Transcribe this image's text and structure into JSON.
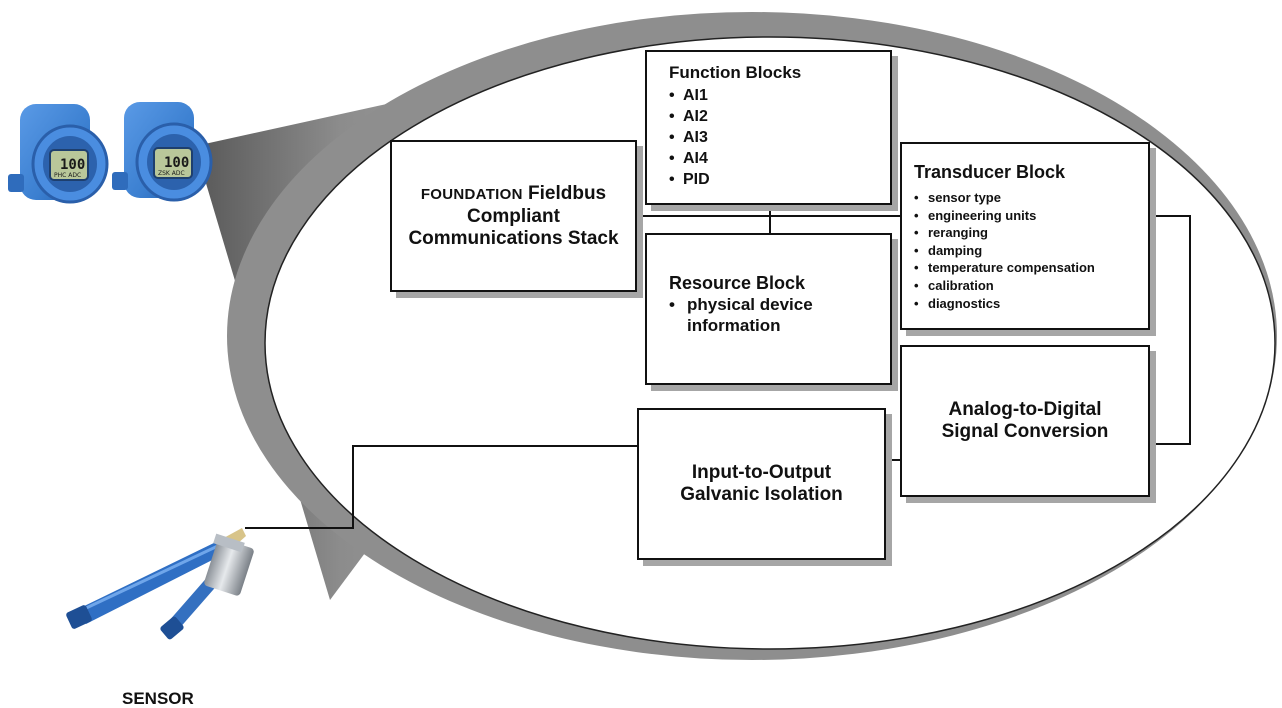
{
  "function_blocks": {
    "title": "Function Blocks",
    "items": [
      "AI1",
      "AI2",
      "AI3",
      "AI4",
      "PID"
    ]
  },
  "stack": {
    "line1_smallcaps": "Foundation",
    "line1_rest": " Fieldbus",
    "line2": "Compliant",
    "line3": "Communications Stack"
  },
  "transducer_block": {
    "title": "Transducer Block",
    "items": [
      "sensor type",
      "engineering units",
      "reranging",
      "damping",
      "temperature compensation",
      "calibration",
      "diagnostics"
    ]
  },
  "resource_block": {
    "title": "Resource Block",
    "item": "physical device information"
  },
  "adc": {
    "line1": "Analog-to-Digital",
    "line2": "Signal Conversion"
  },
  "isolation": {
    "line1": "Input-to-Output",
    "line2": "Galvanic Isolation"
  },
  "sensor_label": "SENSOR",
  "transmitter_display_value": "100",
  "colors": {
    "device_blue": "#3b7fd0",
    "lcd_green": "#b9c79a",
    "shadow_gray": "#a6a6a6",
    "callout_gray": "#7a7a7a"
  }
}
